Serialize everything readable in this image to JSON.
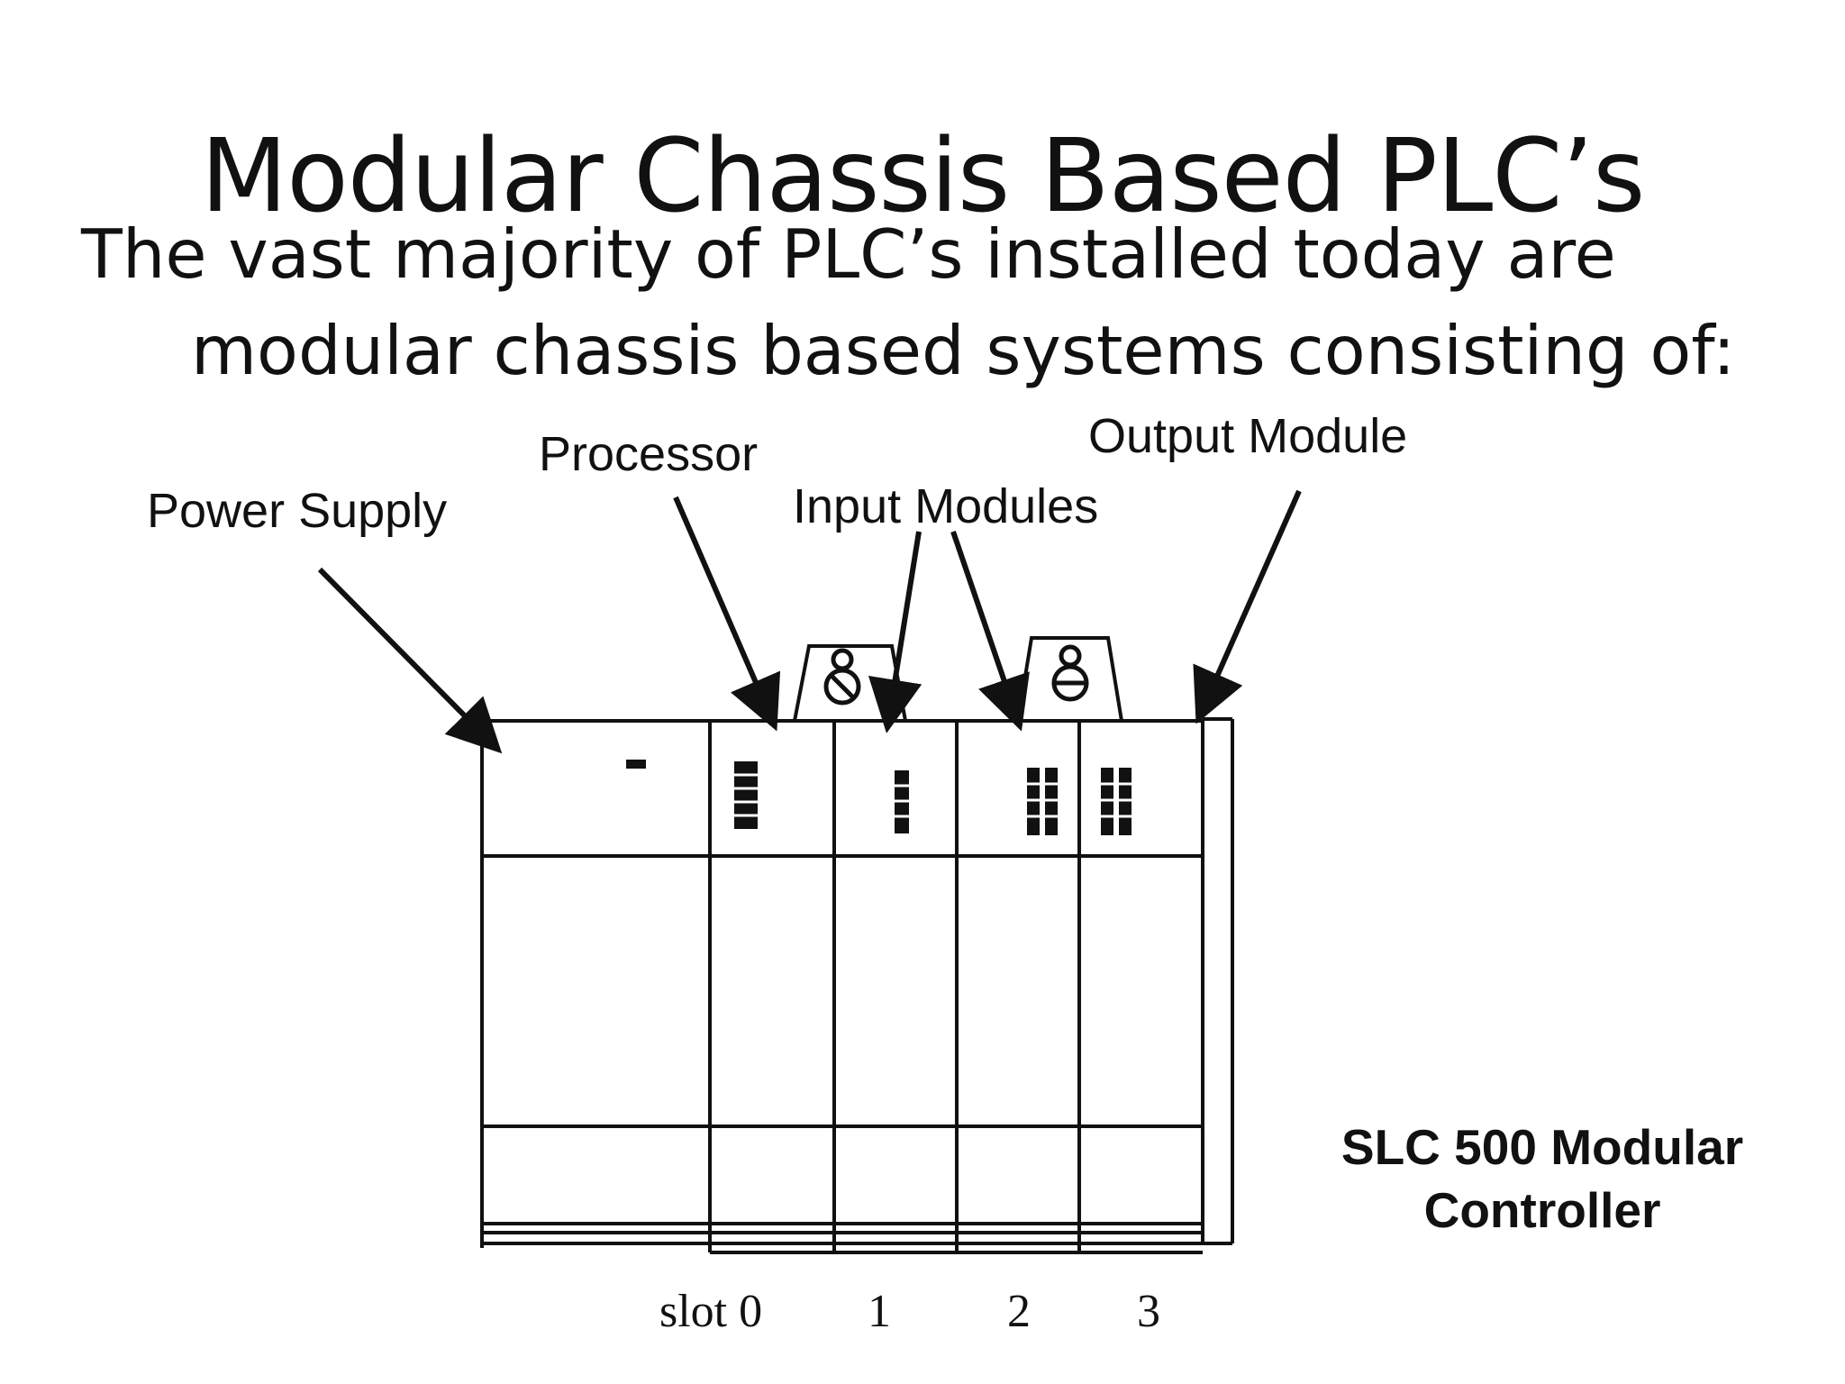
{
  "slide": {
    "title": "Modular Chassis Based PLC’s",
    "body_line1": "The vast majority of PLC’s installed today are",
    "body_line2": "modular chassis based systems consisting of:"
  },
  "diagram": {
    "labels": {
      "power_supply": "Power Supply",
      "processor": "Processor",
      "input_modules": "Input Modules",
      "output_module": "Output Module"
    },
    "caption_line1": "SLC 500 Modular",
    "caption_line2": "Controller",
    "slots": [
      "slot 0",
      "1",
      "2",
      "3"
    ]
  }
}
